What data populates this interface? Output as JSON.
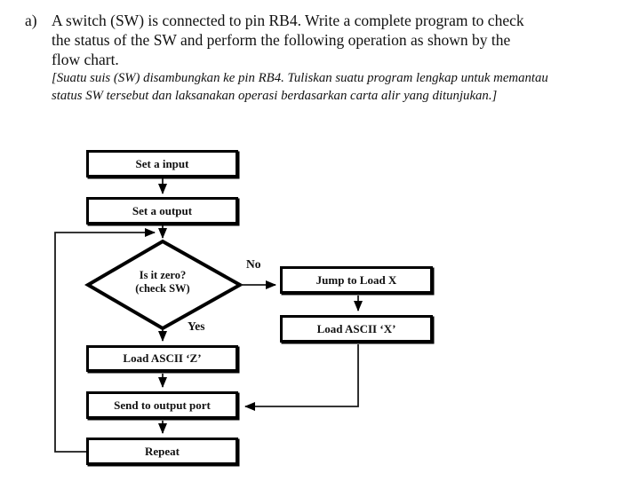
{
  "question": {
    "letter": "a)",
    "en_lines": [
      "A switch (SW) is connected to pin RB4. Write a complete program to check",
      "the status of the SW and perform the following operation as shown by the",
      "flow chart."
    ],
    "ms_lines": [
      "[Suatu suis (SW) disambungkan ke pin RB4. Tuliskan suatu program lengkap untuk memantau",
      "status SW tersebut dan laksanakan operasi berdasarkan carta alir yang ditunjukan.]"
    ]
  },
  "flowchart": {
    "boxes": {
      "set_input": "Set a input",
      "set_output": "Set a output",
      "jump_load_x": "Jump to Load X",
      "load_ascii_x": "Load ASCII ‘X’",
      "load_ascii_z": "Load ASCII ‘Z’",
      "send_output": "Send to output port",
      "repeat": "Repeat"
    },
    "decision": {
      "line1": "Is it zero?",
      "line2": "(check SW)"
    },
    "branch_labels": {
      "no": "No",
      "yes": "Yes"
    },
    "colors": {
      "line": "#1a1a1a",
      "shape_border": "#000000",
      "background": "#ffffff"
    }
  }
}
